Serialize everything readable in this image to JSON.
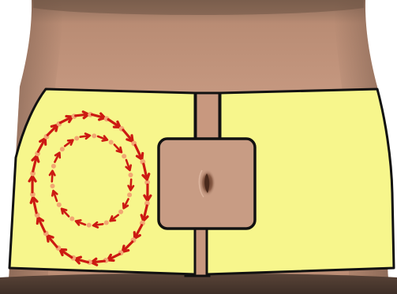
{
  "diagram": {
    "subject": "abdomen-front",
    "regions": [
      {
        "id": "left-panel",
        "fill": "#f7f68c"
      },
      {
        "id": "right-panel",
        "fill": "#f7f68c"
      },
      {
        "id": "navel-window",
        "fill": "#c89c84"
      }
    ],
    "massage_path": {
      "rings": 2,
      "dot_color": "#f2a772",
      "arrow_color": "#cc1a12"
    },
    "colors": {
      "skin": "#c8987f",
      "panel": "#f7f68c",
      "outline": "#111111",
      "background": "#ffffff"
    }
  }
}
